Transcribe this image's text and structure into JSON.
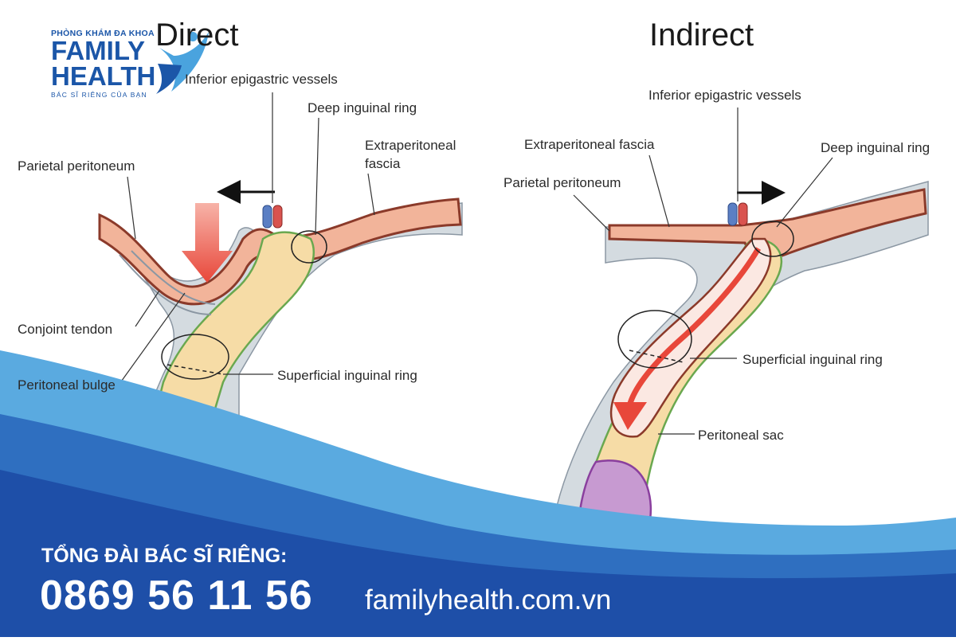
{
  "brand": {
    "clinic_type": "PHÒNG KHÁM ĐA KHOA",
    "name_line1": "FAMILY",
    "name_line2": "HEALTH",
    "tagline": "BÁC SĨ RIÊNG CỦA BẠN",
    "color_primary": "#1b56a8",
    "color_light": "#4aa3de"
  },
  "diagram": {
    "direct": {
      "title": "Direct",
      "labels": {
        "inferior_epigastric_vessels": "Inferior epigastric vessels",
        "deep_inguinal_ring": "Deep inguinal ring",
        "extraperitoneal_fascia_line1": "Extraperitoneal",
        "extraperitoneal_fascia_line2": "fascia",
        "parietal_peritoneum": "Parietal peritoneum",
        "conjoint_tendon": "Conjoint tendon",
        "peritoneal_bulge": "Peritoneal bulge",
        "superficial_inguinal_ring": "Superficial inguinal ring"
      }
    },
    "indirect": {
      "title": "Indirect",
      "labels": {
        "inferior_epigastric_vessels": "Inferior epigastric vessels",
        "extraperitoneal_fascia": "Extraperitoneal fascia",
        "deep_inguinal_ring": "Deep inguinal ring",
        "parietal_peritoneum": "Parietal peritoneum",
        "superficial_inguinal_ring": "Superficial inguinal ring",
        "peritoneal_sac": "Peritoneal sac"
      }
    },
    "colors": {
      "peritoneum": "#8b3a2a",
      "muscle": "#f2b49a",
      "fascia_green": "#6aa84f",
      "tissue_yellow": "#f6dca6",
      "membrane_gray": "#cfd6db",
      "artery": "#d9534f",
      "vein": "#5b7fc4",
      "arrow_red": "#e8473a",
      "sac_purple": "#a05cb0"
    }
  },
  "footer": {
    "hotline_label": "TỔNG ĐÀI BÁC SĨ RIÊNG:",
    "phone": "0869 56 11 56",
    "website": "familyhealth.com.vn",
    "band_dark": "#1e4fa8",
    "band_light": "#5aaae0"
  }
}
